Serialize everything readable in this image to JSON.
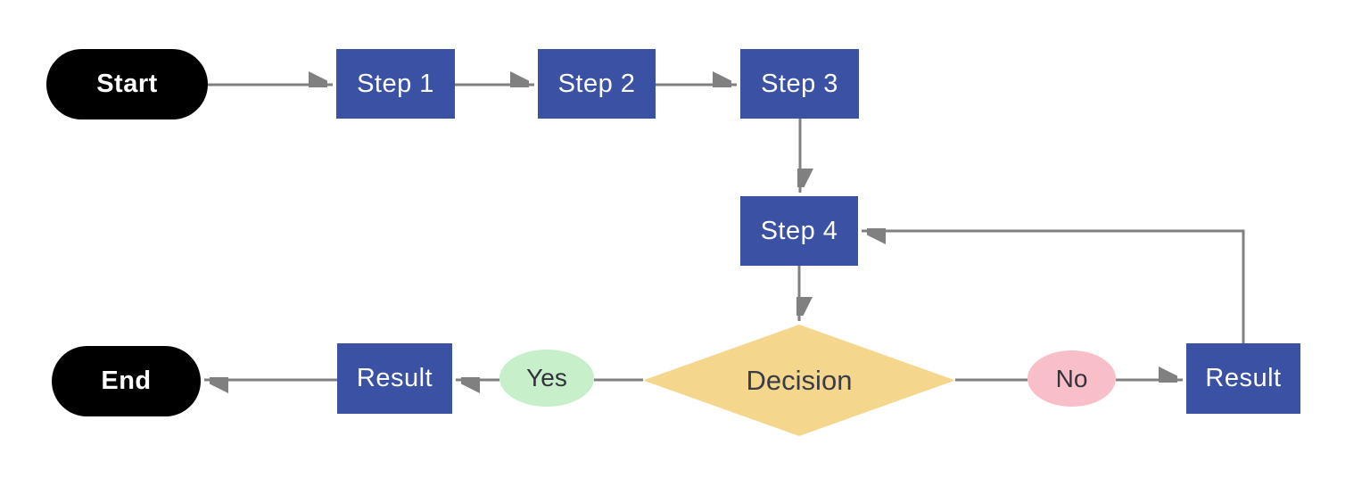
{
  "diagram": {
    "type": "flowchart",
    "background": "#ffffff",
    "colors": {
      "process_fill": "#3b51a3",
      "process_text": "#ffffff",
      "terminator_fill": "#000000",
      "terminator_text": "#ffffff",
      "decision_fill": "#f4d78c",
      "decision_text": "#3c3c46",
      "yes_fill": "#c6efca",
      "no_fill": "#f9bfc9",
      "branch_text": "#33333d",
      "connector": "#808080"
    },
    "nodes": {
      "start": {
        "label": "Start",
        "shape": "terminator"
      },
      "step1": {
        "label": "Step 1",
        "shape": "process"
      },
      "step2": {
        "label": "Step 2",
        "shape": "process"
      },
      "step3": {
        "label": "Step 3",
        "shape": "process"
      },
      "step4": {
        "label": "Step 4",
        "shape": "process"
      },
      "decision": {
        "label": "Decision",
        "shape": "decision"
      },
      "yes": {
        "label": "Yes",
        "shape": "ellipse"
      },
      "no": {
        "label": "No",
        "shape": "ellipse"
      },
      "result_yes": {
        "label": "Result",
        "shape": "process"
      },
      "result_no": {
        "label": "Result",
        "shape": "process"
      },
      "end": {
        "label": "End",
        "shape": "terminator"
      }
    },
    "edges": [
      {
        "from": "start",
        "to": "step1",
        "arrow": true
      },
      {
        "from": "step1",
        "to": "step2",
        "arrow": true
      },
      {
        "from": "step2",
        "to": "step3",
        "arrow": true
      },
      {
        "from": "step3",
        "to": "step4",
        "arrow": true
      },
      {
        "from": "step4",
        "to": "decision",
        "arrow": true
      },
      {
        "from": "decision",
        "to": "yes",
        "arrow": false
      },
      {
        "from": "yes",
        "to": "result_yes",
        "arrow": true
      },
      {
        "from": "result_yes",
        "to": "end",
        "arrow": true
      },
      {
        "from": "decision",
        "to": "no",
        "arrow": false
      },
      {
        "from": "no",
        "to": "result_no",
        "arrow": true
      },
      {
        "from": "result_no",
        "to": "step4",
        "arrow": true,
        "route": "up-then-left feedback loop"
      }
    ]
  }
}
